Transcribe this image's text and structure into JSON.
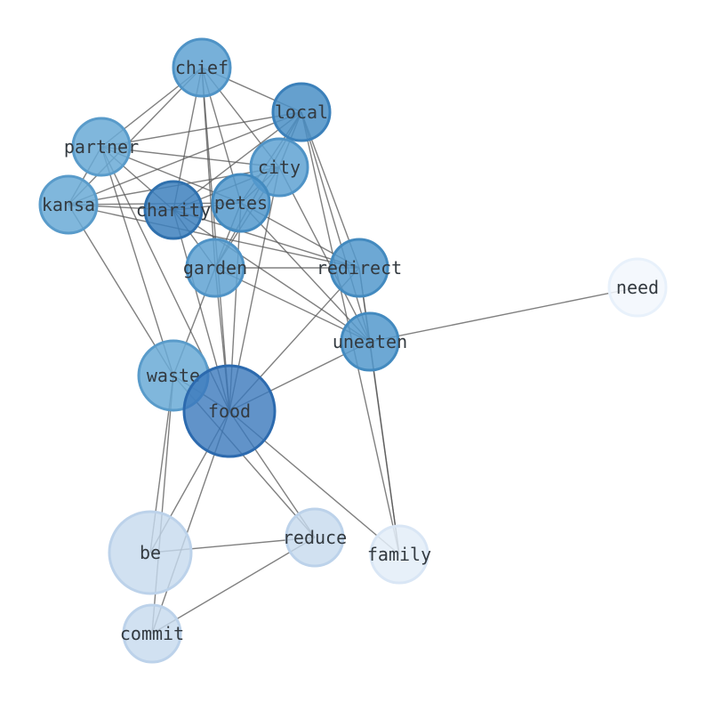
{
  "nodes": [
    {
      "id": "chief",
      "label": "chief",
      "fill": "#5fa2d2",
      "stroke": "#4f93c6",
      "opacity": 0.85
    },
    {
      "id": "local",
      "label": "local",
      "fill": "#4a8fc6",
      "stroke": "#3b80ba",
      "opacity": 0.85
    },
    {
      "id": "partner",
      "label": "partner",
      "fill": "#6aaad6",
      "stroke": "#599bca",
      "opacity": 0.85
    },
    {
      "id": "city",
      "label": "city",
      "fill": "#5fa2d2",
      "stroke": "#4f93c6",
      "opacity": 0.85
    },
    {
      "id": "kansa",
      "label": "kansa",
      "fill": "#6aaad6",
      "stroke": "#599bca",
      "opacity": 0.85
    },
    {
      "id": "charity",
      "label": "charity",
      "fill": "#3d80bd",
      "stroke": "#2f70ad",
      "opacity": 0.85
    },
    {
      "id": "petes",
      "label": "petes",
      "fill": "#5499cc",
      "stroke": "#438abf",
      "opacity": 0.85
    },
    {
      "id": "garden",
      "label": "garden",
      "fill": "#5fa2d2",
      "stroke": "#4f93c6",
      "opacity": 0.85
    },
    {
      "id": "redirect",
      "label": "redirect",
      "fill": "#5499cc",
      "stroke": "#438abf",
      "opacity": 0.85
    },
    {
      "id": "need",
      "label": "need",
      "fill": "#f2f7fd",
      "stroke": "#e8f1fb",
      "opacity": 0.85
    },
    {
      "id": "uneaten",
      "label": "uneaten",
      "fill": "#5499cc",
      "stroke": "#438abf",
      "opacity": 0.85
    },
    {
      "id": "waste",
      "label": "waste",
      "fill": "#6aaad6",
      "stroke": "#599bca",
      "opacity": 0.85
    },
    {
      "id": "food",
      "label": "food",
      "fill": "#3a78bc",
      "stroke": "#2c6aae",
      "opacity": 0.8
    },
    {
      "id": "be",
      "label": "be",
      "fill": "#c6d9ee",
      "stroke": "#bcd2ea",
      "opacity": 0.8
    },
    {
      "id": "reduce",
      "label": "reduce",
      "fill": "#c6d9ee",
      "stroke": "#bcd2ea",
      "opacity": 0.8
    },
    {
      "id": "family",
      "label": "family",
      "fill": "#e3edf8",
      "stroke": "#d9e6f5",
      "opacity": 0.85
    },
    {
      "id": "commit",
      "label": "commit",
      "fill": "#c6d9ee",
      "stroke": "#bcd2ea",
      "opacity": 0.8
    }
  ],
  "edges": [
    [
      "chief",
      "local"
    ],
    [
      "chief",
      "partner"
    ],
    [
      "chief",
      "city"
    ],
    [
      "chief",
      "kansa"
    ],
    [
      "chief",
      "charity"
    ],
    [
      "chief",
      "petes"
    ],
    [
      "chief",
      "garden"
    ],
    [
      "chief",
      "food"
    ],
    [
      "local",
      "partner"
    ],
    [
      "local",
      "city"
    ],
    [
      "local",
      "kansa"
    ],
    [
      "local",
      "charity"
    ],
    [
      "local",
      "petes"
    ],
    [
      "local",
      "garden"
    ],
    [
      "local",
      "redirect"
    ],
    [
      "local",
      "uneaten"
    ],
    [
      "local",
      "family"
    ],
    [
      "partner",
      "city"
    ],
    [
      "partner",
      "kansa"
    ],
    [
      "partner",
      "charity"
    ],
    [
      "partner",
      "petes"
    ],
    [
      "partner",
      "waste"
    ],
    [
      "partner",
      "food"
    ],
    [
      "city",
      "kansa"
    ],
    [
      "city",
      "charity"
    ],
    [
      "city",
      "petes"
    ],
    [
      "city",
      "garden"
    ],
    [
      "city",
      "food"
    ],
    [
      "city",
      "uneaten"
    ],
    [
      "kansa",
      "charity"
    ],
    [
      "kansa",
      "petes"
    ],
    [
      "kansa",
      "redirect"
    ],
    [
      "kansa",
      "waste"
    ],
    [
      "charity",
      "petes"
    ],
    [
      "charity",
      "garden"
    ],
    [
      "charity",
      "redirect"
    ],
    [
      "charity",
      "uneaten"
    ],
    [
      "charity",
      "food"
    ],
    [
      "petes",
      "garden"
    ],
    [
      "petes",
      "redirect"
    ],
    [
      "petes",
      "food"
    ],
    [
      "petes",
      "uneaten"
    ],
    [
      "garden",
      "redirect"
    ],
    [
      "garden",
      "uneaten"
    ],
    [
      "garden",
      "food"
    ],
    [
      "garden",
      "waste"
    ],
    [
      "redirect",
      "uneaten"
    ],
    [
      "redirect",
      "food"
    ],
    [
      "redirect",
      "family"
    ],
    [
      "uneaten",
      "need"
    ],
    [
      "uneaten",
      "food"
    ],
    [
      "uneaten",
      "family"
    ],
    [
      "waste",
      "food"
    ],
    [
      "waste",
      "be"
    ],
    [
      "waste",
      "commit"
    ],
    [
      "waste",
      "reduce"
    ],
    [
      "food",
      "be"
    ],
    [
      "food",
      "commit"
    ],
    [
      "food",
      "reduce"
    ],
    [
      "food",
      "family"
    ],
    [
      "be",
      "reduce"
    ],
    [
      "reduce",
      "commit"
    ]
  ]
}
